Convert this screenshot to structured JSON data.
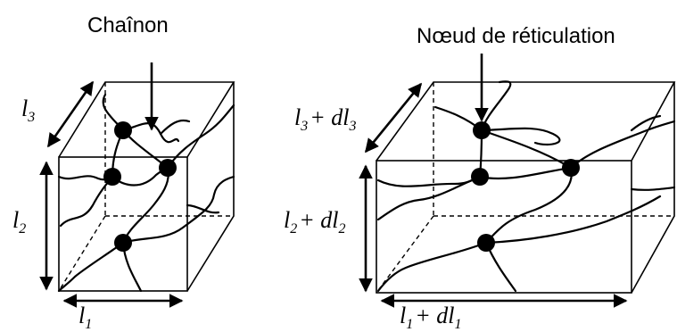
{
  "labels": {
    "chain": "Chaînon",
    "crosslink": "Nœud de réticulation"
  },
  "left_cube": {
    "l1": {
      "main": "l",
      "sub": "1"
    },
    "l2": {
      "main": "l",
      "sub": "2"
    },
    "l3": {
      "main": "l",
      "sub": "3"
    }
  },
  "right_cube": {
    "l1": {
      "main": "l",
      "sub": "1",
      "plus": "+ dl",
      "sub2": "1"
    },
    "l2": {
      "main": "l",
      "sub": "2",
      "plus": "+ dl",
      "sub2": "2"
    },
    "l3": {
      "main": "l",
      "sub": "3",
      "plus": "+ dl",
      "sub2": "3"
    }
  }
}
